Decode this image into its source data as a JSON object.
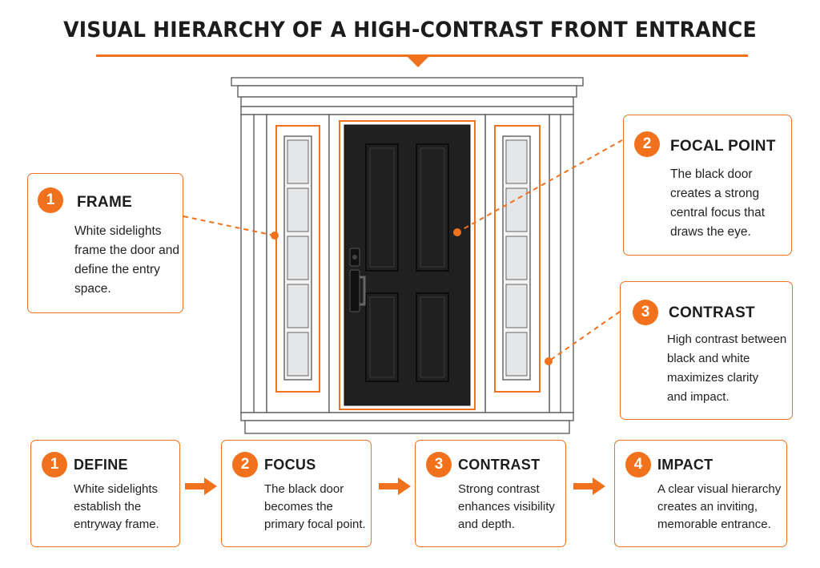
{
  "title": "VISUAL HIERARCHY OF A HIGH-CONTRAST FRONT ENTRANCE",
  "accent_color": "#f2711c",
  "callouts": {
    "frame": {
      "number": "1",
      "title": "FRAME",
      "lines": [
        "White sidelights",
        "frame the door and",
        "define the entry",
        "space."
      ]
    },
    "focal_point": {
      "number": "2",
      "title": "FOCAL POINT",
      "lines": [
        "The black door",
        "creates a strong",
        "central focus that",
        "draws the eye."
      ]
    },
    "contrast": {
      "number": "3",
      "title": "CONTRAST",
      "lines": [
        "High contrast between",
        "black and white",
        "maximizes clarity",
        "and impact."
      ]
    }
  },
  "steps": [
    {
      "number": "1",
      "title": "DEFINE",
      "lines": [
        "White sidelights",
        "establish the",
        "entryway frame."
      ]
    },
    {
      "number": "2",
      "title": "FOCUS",
      "lines": [
        "The black door",
        "becomes the",
        "primary focal point."
      ]
    },
    {
      "number": "3",
      "title": "CONTRAST",
      "lines": [
        "Strong contrast",
        "enhances visibility",
        "and depth."
      ]
    },
    {
      "number": "4",
      "title": "IMPACT",
      "lines": [
        "A clear visual hierarchy",
        "creates an inviting,",
        "memorable entrance."
      ]
    }
  ],
  "icons": [
    "right-arrow-icon",
    "door-handle-icon",
    "deadbolt-icon"
  ]
}
